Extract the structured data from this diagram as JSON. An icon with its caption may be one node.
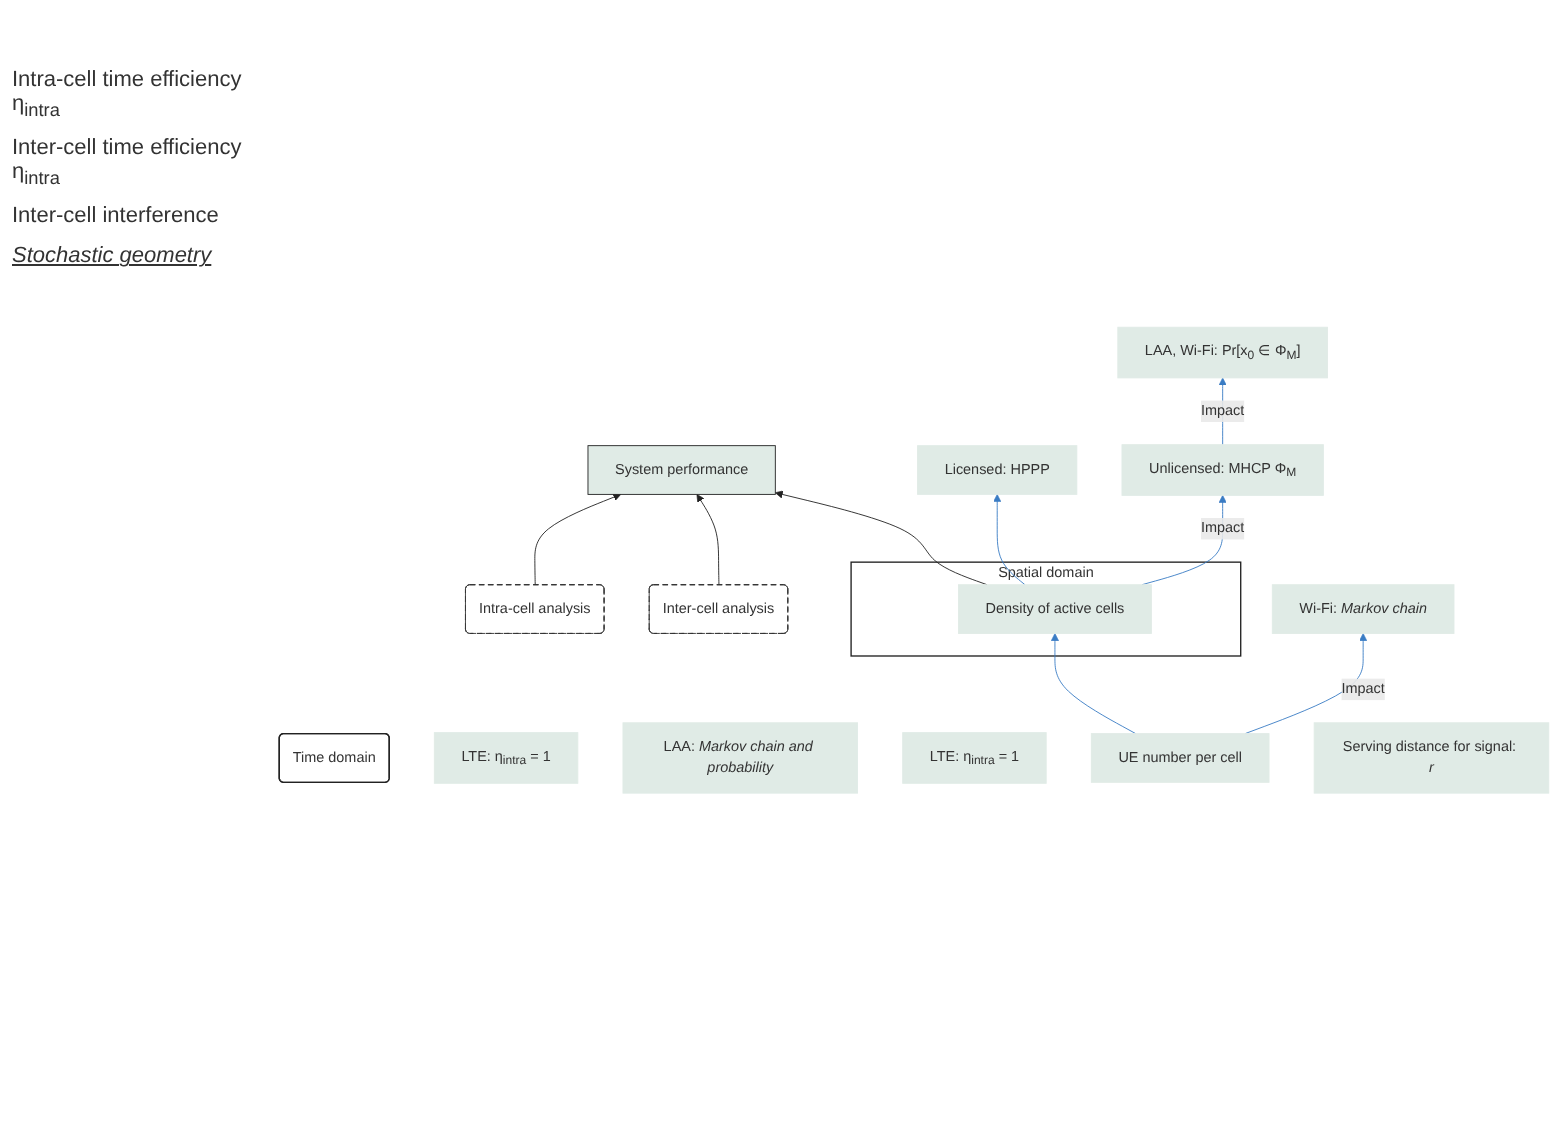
{
  "diagram": {
    "nodes": [
      {
        "text": [
          "System performance"
        ]
      },
      {
        "text": [
          "Intra-cell analysis"
        ]
      },
      {
        "text": [
          "Inter-cell analysis"
        ]
      },
      {
        "text": [
          "Time domain"
        ]
      },
      {
        "text": [
          "Spatial domain"
        ]
      },
      {
        "text": [
          "LTE: η$_{intra}$ = 1"
        ]
      },
      {
        "text": [
          "LAA: *Markov chain and probability*"
        ]
      },
      {
        "text": [
          "Wi-Fi: *Markov chain*"
        ]
      },
      {
        "text": [
          "LTE: η$_{intra}$ = 1"
        ]
      },
      {
        "text": [
          "LAA, Wi-Fi: Pr[x$_{0}$ ∈ Φ$_{M}$]"
        ]
      },
      {
        "text": [
          "UE number per cell"
        ]
      },
      {
        "text": [
          "Serving distance for signal: *r*"
        ]
      },
      {
        "text": [
          "Licensed: HPPP"
        ]
      },
      {
        "text": [
          "Unlicensed: MHCP Φ$_{M}$"
        ]
      },
      {
        "text": [
          "Density of active cells"
        ],
        "in": 4
      }
    ],
    "edges": [
      {
        "from": 1,
        "to": 0,
        "arrow": "to",
        "color": "#222222"
      },
      {
        "from": 2,
        "to": 0,
        "arrow": "to",
        "color": "#222222"
      },
      {
        "from": 14,
        "to": 0,
        "arrow": "to",
        "color": "#222222"
      },
      {
        "from": 10,
        "to": 7,
        "arrow": "to",
        "label": "Impact"
      },
      {
        "from": 10,
        "to": 14,
        "arrow": "to"
      },
      {
        "from": 14,
        "to": 13,
        "arrow": "to",
        "label": "Impact"
      },
      {
        "from": 14,
        "to": 12,
        "arrow": "to"
      },
      {
        "from": 13,
        "to": 9,
        "arrow": "to",
        "label": "Impact"
      }
    ],
    "labels": [
      "Intra-cell time efficiency η$_{intra}$",
      "Inter-cell time efficiency η$_{intra}$",
      "Inter-cell interference",
      "Stochastic geometry"
    ]
  }
}
